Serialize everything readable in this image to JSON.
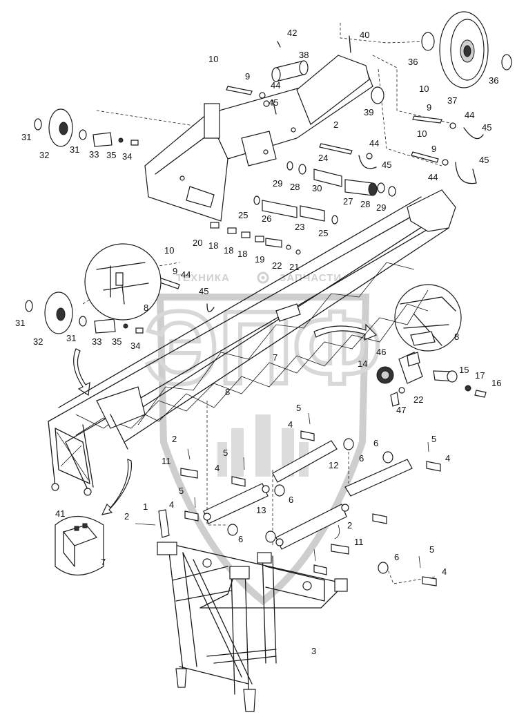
{
  "watermark": {
    "text_left": "ТЕХНИКА",
    "text_right": "ЗАПЧАСТИ",
    "logo": "ЭПФ",
    "icon": "gear-icon"
  },
  "callouts": [
    "1",
    "2",
    "3",
    "4",
    "5",
    "6",
    "7",
    "8",
    "9",
    "10",
    "11",
    "12",
    "13",
    "14",
    "15",
    "16",
    "17",
    "18",
    "19",
    "20",
    "21",
    "22",
    "23",
    "24",
    "25",
    "26",
    "27",
    "28",
    "29",
    "30",
    "31",
    "32",
    "33",
    "34",
    "35",
    "36",
    "37",
    "38",
    "39",
    "40",
    "41",
    "42",
    "44",
    "45",
    "46",
    "47"
  ]
}
